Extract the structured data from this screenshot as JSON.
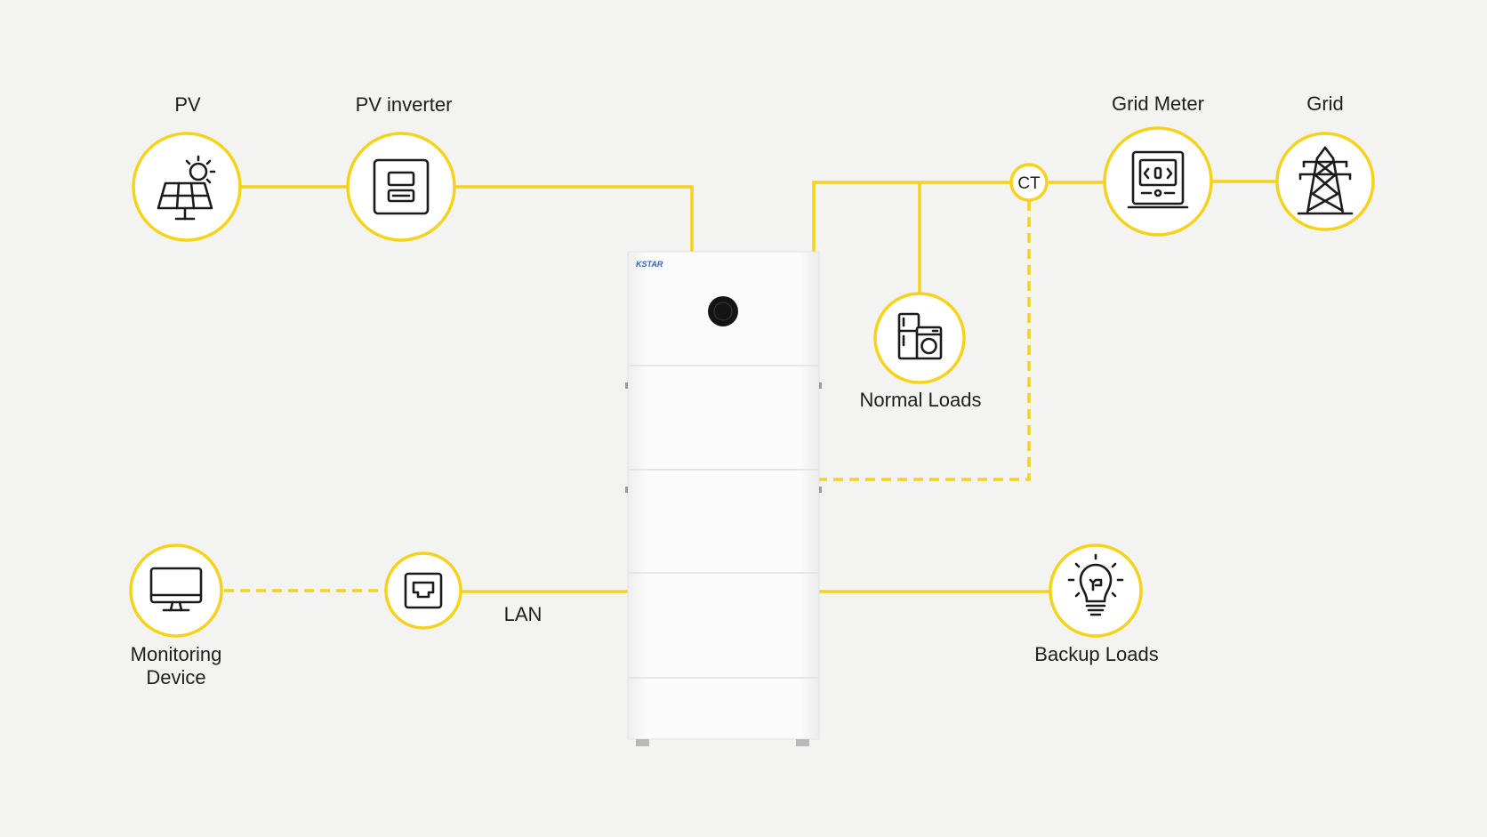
{
  "labels": {
    "pv": "PV",
    "pv_inverter": "PV inverter",
    "grid_meter": "Grid Meter",
    "grid": "Grid",
    "ct": "CT",
    "normal_loads": "Normal Loads",
    "lan": "LAN",
    "monitoring_device_line1": "Monitoring",
    "monitoring_device_line2": "Device",
    "backup_loads": "Backup Loads",
    "brand": "KSTAR"
  },
  "icons": {
    "pv": "solar-panel-icon",
    "pv_inverter": "inverter-icon",
    "grid_meter": "meter-icon",
    "grid": "transmission-tower-icon",
    "normal_loads": "appliance-icon",
    "monitoring_device": "monitor-icon",
    "lan": "ethernet-port-icon",
    "backup_loads": "light-bulb-icon"
  },
  "colors": {
    "accent": "#f5d21c",
    "icon": "#1b1b1b",
    "background": "#f3f3f2",
    "unit_body": "#fbfbfb",
    "brand": "#2a63b8"
  }
}
